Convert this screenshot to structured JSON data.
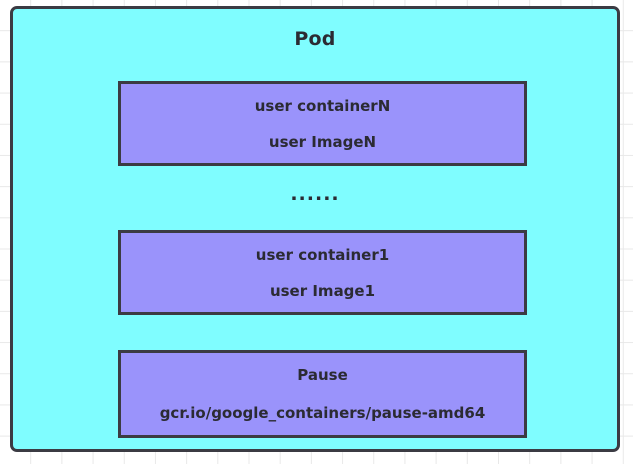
{
  "diagram": {
    "title": "Pod",
    "ellipsis": "......",
    "colors": {
      "pod_fill": "#7ffdff",
      "container_fill": "#9a93fb",
      "border": "#3b3b43",
      "text": "#2b2b33",
      "canvas": "#ffffff",
      "grid": "#e8e8e8"
    },
    "containers": [
      {
        "name": "user containerN",
        "image": "user ImageN"
      },
      {
        "name": "user container1",
        "image": "user Image1"
      },
      {
        "name": "Pause",
        "image": "gcr.io/google_containers/pause-amd64"
      }
    ]
  }
}
